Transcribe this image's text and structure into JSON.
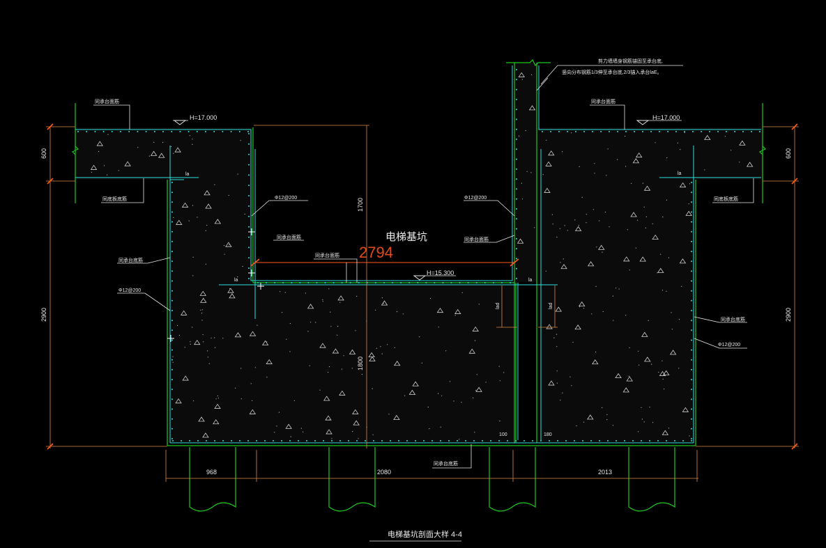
{
  "drawing": {
    "title": "电梯基坑剖面大样 4-4",
    "pit_label": "电梯基坑",
    "overall_dim": "2794",
    "elevations": {
      "top_left": "H=17.000",
      "top_right": "H=17.000",
      "pit_bottom": "H=15.300"
    },
    "vertical_dims": {
      "left_top": "600",
      "left_body": "2900",
      "right_top": "600",
      "right_body": "2900",
      "pit_depth": "1700",
      "pit_slab": "1800"
    },
    "bottom_dims": {
      "seg1": "968",
      "seg2": "2080",
      "seg3": "2013",
      "wall_left": "100",
      "wall_right": "180"
    },
    "labels": {
      "face_bar_top_left": "同承台面筋",
      "face_bar_top_right": "同承台面筋",
      "bottom_bar_left": "同底板底筋",
      "bottom_bar_right": "同底板底筋",
      "rebar_left_wall": "Φ12@200",
      "rebar_right_wall": "Φ12@200",
      "pit_face_left": "同承台面筋",
      "pit_face_right": "同承台面筋",
      "pit_floor_face": "同承台面筋",
      "cap_bottom_left": "同承台底筋",
      "rebar_left_side": "Φ12@200",
      "cap_bottom_right": "同承台底筋",
      "rebar_right_side": "Φ12@200",
      "cap_bottom_mid": "同承台底筋",
      "note_line1": "剪力墙墙身钢筋锚固至承台底,",
      "note_line2": "竖向分布钢筋1/3伸至承台底,2/3锚入承台laE。",
      "la": "la",
      "lad": "lad"
    }
  }
}
